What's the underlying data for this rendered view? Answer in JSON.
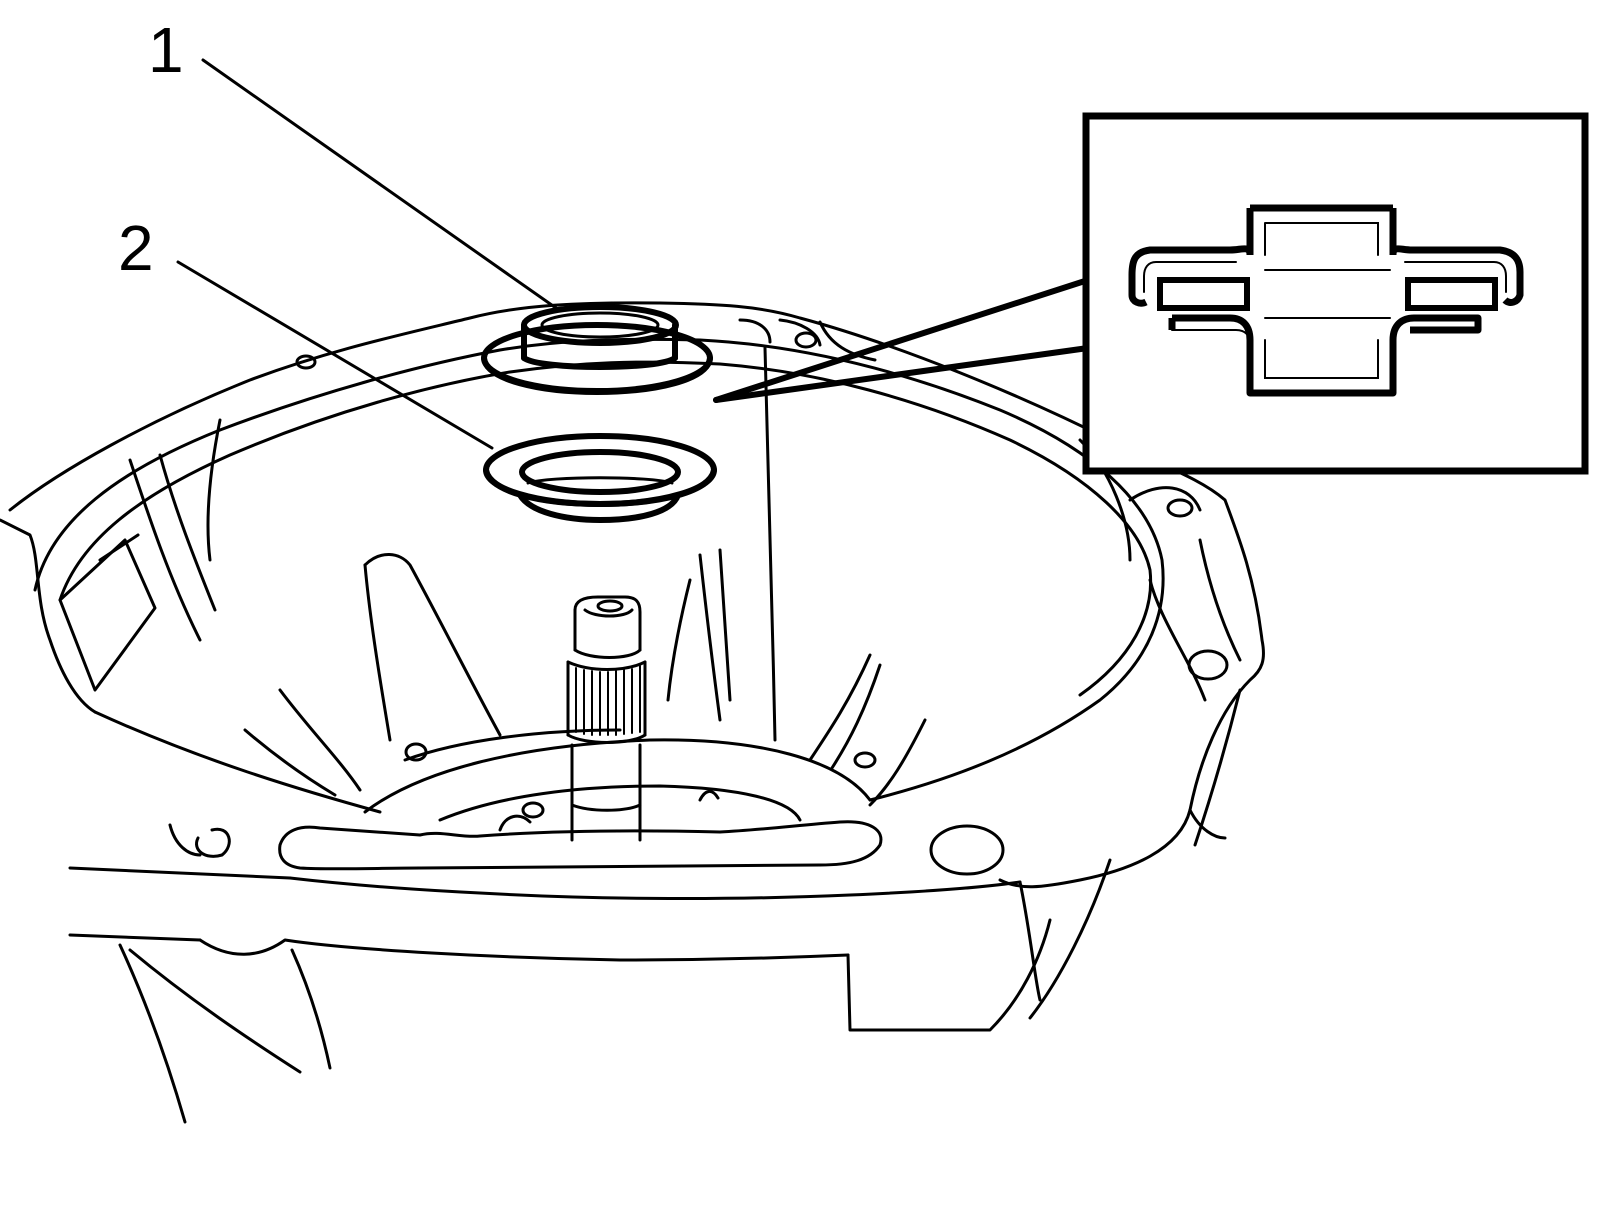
{
  "callouts": [
    {
      "id": "1",
      "label": "1"
    },
    {
      "id": "2",
      "label": "2"
    }
  ],
  "colors": {
    "line": "#000000",
    "background": "#ffffff"
  },
  "icons": {
    "detail_view": "seal-cross-section-icon"
  }
}
